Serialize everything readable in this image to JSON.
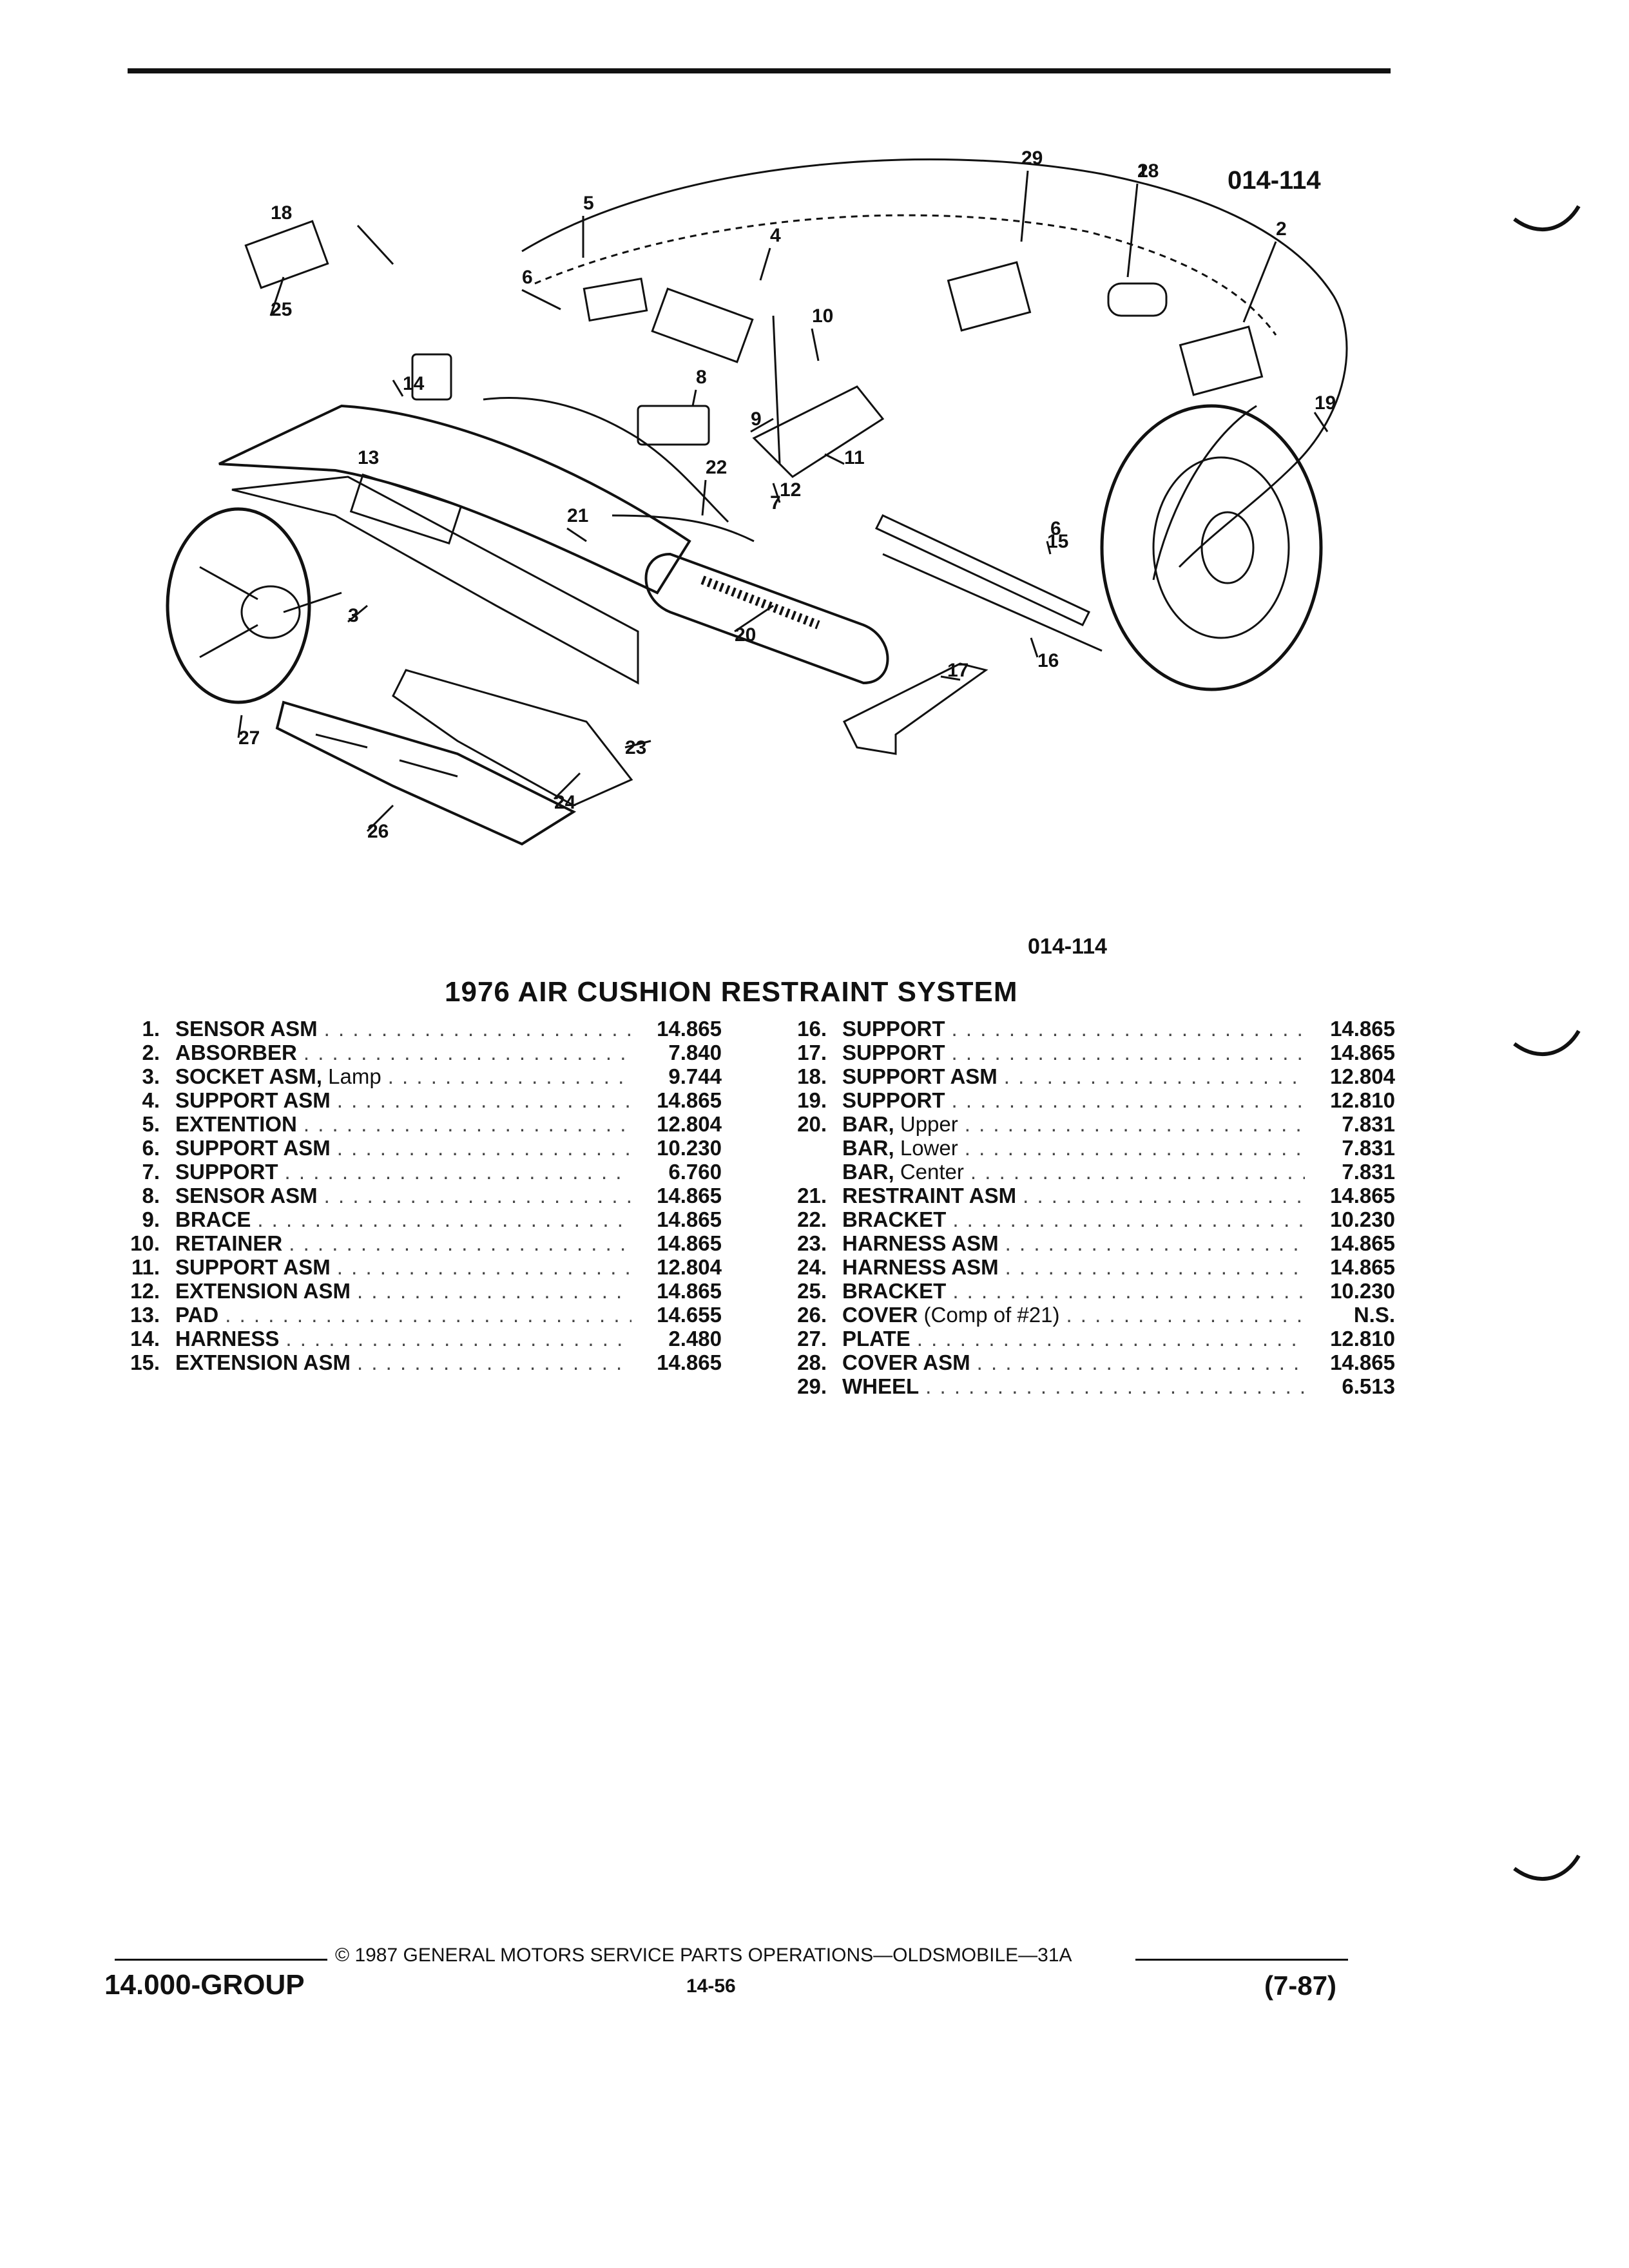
{
  "figure": {
    "code_top": "014-114",
    "code_bottom": "014-114",
    "callouts": [
      "1",
      "2",
      "2",
      "3",
      "4",
      "5",
      "6",
      "6",
      "7",
      "8",
      "9",
      "10",
      "11",
      "12",
      "13",
      "14",
      "15",
      "16",
      "17",
      "18",
      "19",
      "20",
      "21",
      "22",
      "23",
      "24",
      "25",
      "26",
      "27",
      "28",
      "29"
    ]
  },
  "title": "1976 AIR CUSHION RESTRAINT SYSTEM",
  "parts_left": [
    {
      "num": "1.",
      "name": "SENSOR ASM",
      "sub": "",
      "value": "14.865"
    },
    {
      "num": "2.",
      "name": "ABSORBER",
      "sub": "",
      "value": "7.840"
    },
    {
      "num": "3.",
      "name": "SOCKET ASM,",
      "sub": "Lamp",
      "value": "9.744"
    },
    {
      "num": "4.",
      "name": "SUPPORT ASM",
      "sub": "",
      "value": "14.865"
    },
    {
      "num": "5.",
      "name": "EXTENTION",
      "sub": "",
      "value": "12.804"
    },
    {
      "num": "6.",
      "name": "SUPPORT ASM",
      "sub": "",
      "value": "10.230"
    },
    {
      "num": "7.",
      "name": "SUPPORT",
      "sub": "",
      "value": "6.760"
    },
    {
      "num": "8.",
      "name": "SENSOR ASM",
      "sub": "",
      "value": "14.865"
    },
    {
      "num": "9.",
      "name": "BRACE",
      "sub": "",
      "value": "14.865"
    },
    {
      "num": "10.",
      "name": "RETAINER",
      "sub": "",
      "value": "14.865"
    },
    {
      "num": "11.",
      "name": "SUPPORT ASM",
      "sub": "",
      "value": "12.804"
    },
    {
      "num": "12.",
      "name": "EXTENSION ASM",
      "sub": "",
      "value": "14.865"
    },
    {
      "num": "13.",
      "name": "PAD",
      "sub": "",
      "value": "14.655"
    },
    {
      "num": "14.",
      "name": "HARNESS",
      "sub": "",
      "value": "2.480"
    },
    {
      "num": "15.",
      "name": "EXTENSION ASM",
      "sub": "",
      "value": "14.865"
    }
  ],
  "parts_right": [
    {
      "num": "16.",
      "name": "SUPPORT",
      "sub": "",
      "value": "14.865"
    },
    {
      "num": "17.",
      "name": "SUPPORT",
      "sub": "",
      "value": "14.865"
    },
    {
      "num": "18.",
      "name": "SUPPORT ASM",
      "sub": "",
      "value": "12.804"
    },
    {
      "num": "19.",
      "name": "SUPPORT",
      "sub": "",
      "value": "12.810"
    },
    {
      "num": "20.",
      "name": "BAR,",
      "sub": "Upper",
      "value": "7.831"
    },
    {
      "num": "",
      "name": "BAR,",
      "sub": "Lower",
      "value": "7.831"
    },
    {
      "num": "",
      "name": "BAR,",
      "sub": "Center",
      "value": "7.831"
    },
    {
      "num": "21.",
      "name": "RESTRAINT ASM",
      "sub": "",
      "value": "14.865"
    },
    {
      "num": "22.",
      "name": "BRACKET",
      "sub": "",
      "value": "10.230"
    },
    {
      "num": "23.",
      "name": "HARNESS ASM",
      "sub": "",
      "value": "14.865"
    },
    {
      "num": "24.",
      "name": "HARNESS ASM",
      "sub": "",
      "value": "14.865"
    },
    {
      "num": "25.",
      "name": "BRACKET",
      "sub": "",
      "value": "10.230"
    },
    {
      "num": "26.",
      "name": "COVER",
      "sub": "(Comp of #21)",
      "value": "N.S."
    },
    {
      "num": "27.",
      "name": "PLATE",
      "sub": "",
      "value": "12.810"
    },
    {
      "num": "28.",
      "name": "COVER ASM",
      "sub": "",
      "value": "14.865"
    },
    {
      "num": "29.",
      "name": "WHEEL",
      "sub": "",
      "value": "6.513"
    }
  ],
  "footer": {
    "copyright": "© 1987 GENERAL MOTORS SERVICE PARTS OPERATIONS—OLDSMOBILE—31A",
    "group": "14.000-GROUP",
    "page": "14-56",
    "date": "(7-87)"
  }
}
